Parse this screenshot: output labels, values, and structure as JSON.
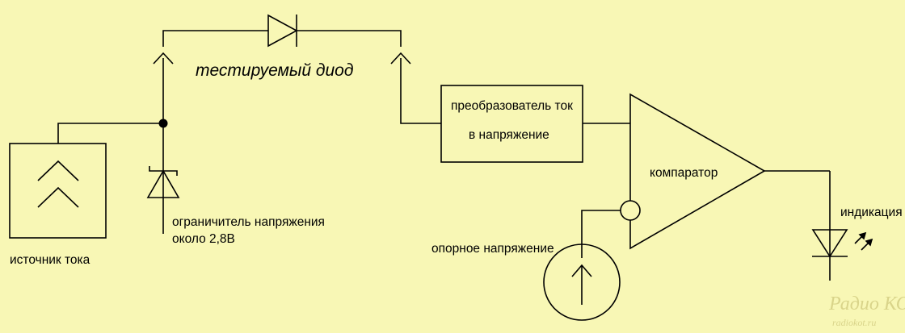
{
  "diagram": {
    "labels": {
      "tested_diode": "тестируемый диод",
      "current_source": "источник тока",
      "voltage_limiter_line1": "ограничитель напряжения",
      "voltage_limiter_line2": "около 2,8В",
      "converter_line1": "преобразователь ток",
      "converter_line2": "в напряжение",
      "comparator": "компаратор",
      "reference_voltage": "опорное напряжение",
      "indication": "индикация"
    },
    "watermark": {
      "title": "Радио КОТ",
      "url": "radiokot.ru"
    },
    "colors": {
      "background": "#f8f7b5",
      "line": "#000000",
      "watermark": "#d9d48a"
    }
  }
}
